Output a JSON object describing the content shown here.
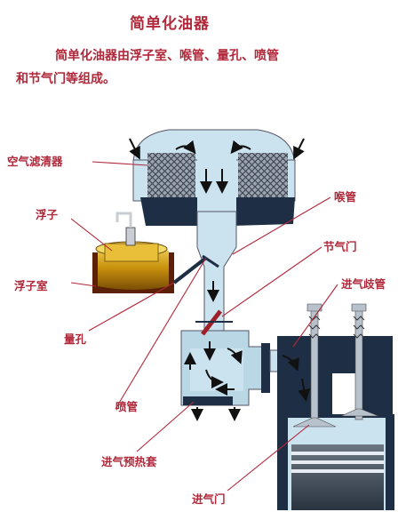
{
  "title": "简单化油器",
  "description": {
    "line1": "简单化油器由浮子室、喉管、量孔、喷管",
    "line2": "和节气门等组成。"
  },
  "labels": {
    "air_filter": "空气滤清器",
    "float": "浮子",
    "float_chamber": "浮子室",
    "metering_jet": "量孔",
    "nozzle": "喷管",
    "intake_preheat": "进气预热套",
    "throat": "喉管",
    "throttle": "节气门",
    "intake_manifold": "进气歧管",
    "intake_valve": "进气门"
  },
  "colors": {
    "label_red": "#b0283a",
    "body_blue": "#cbe3ee",
    "dark_navy": "#1e2f45",
    "fuel_gold": "#c8900c",
    "float_chamber_brown": "#5c2008"
  }
}
